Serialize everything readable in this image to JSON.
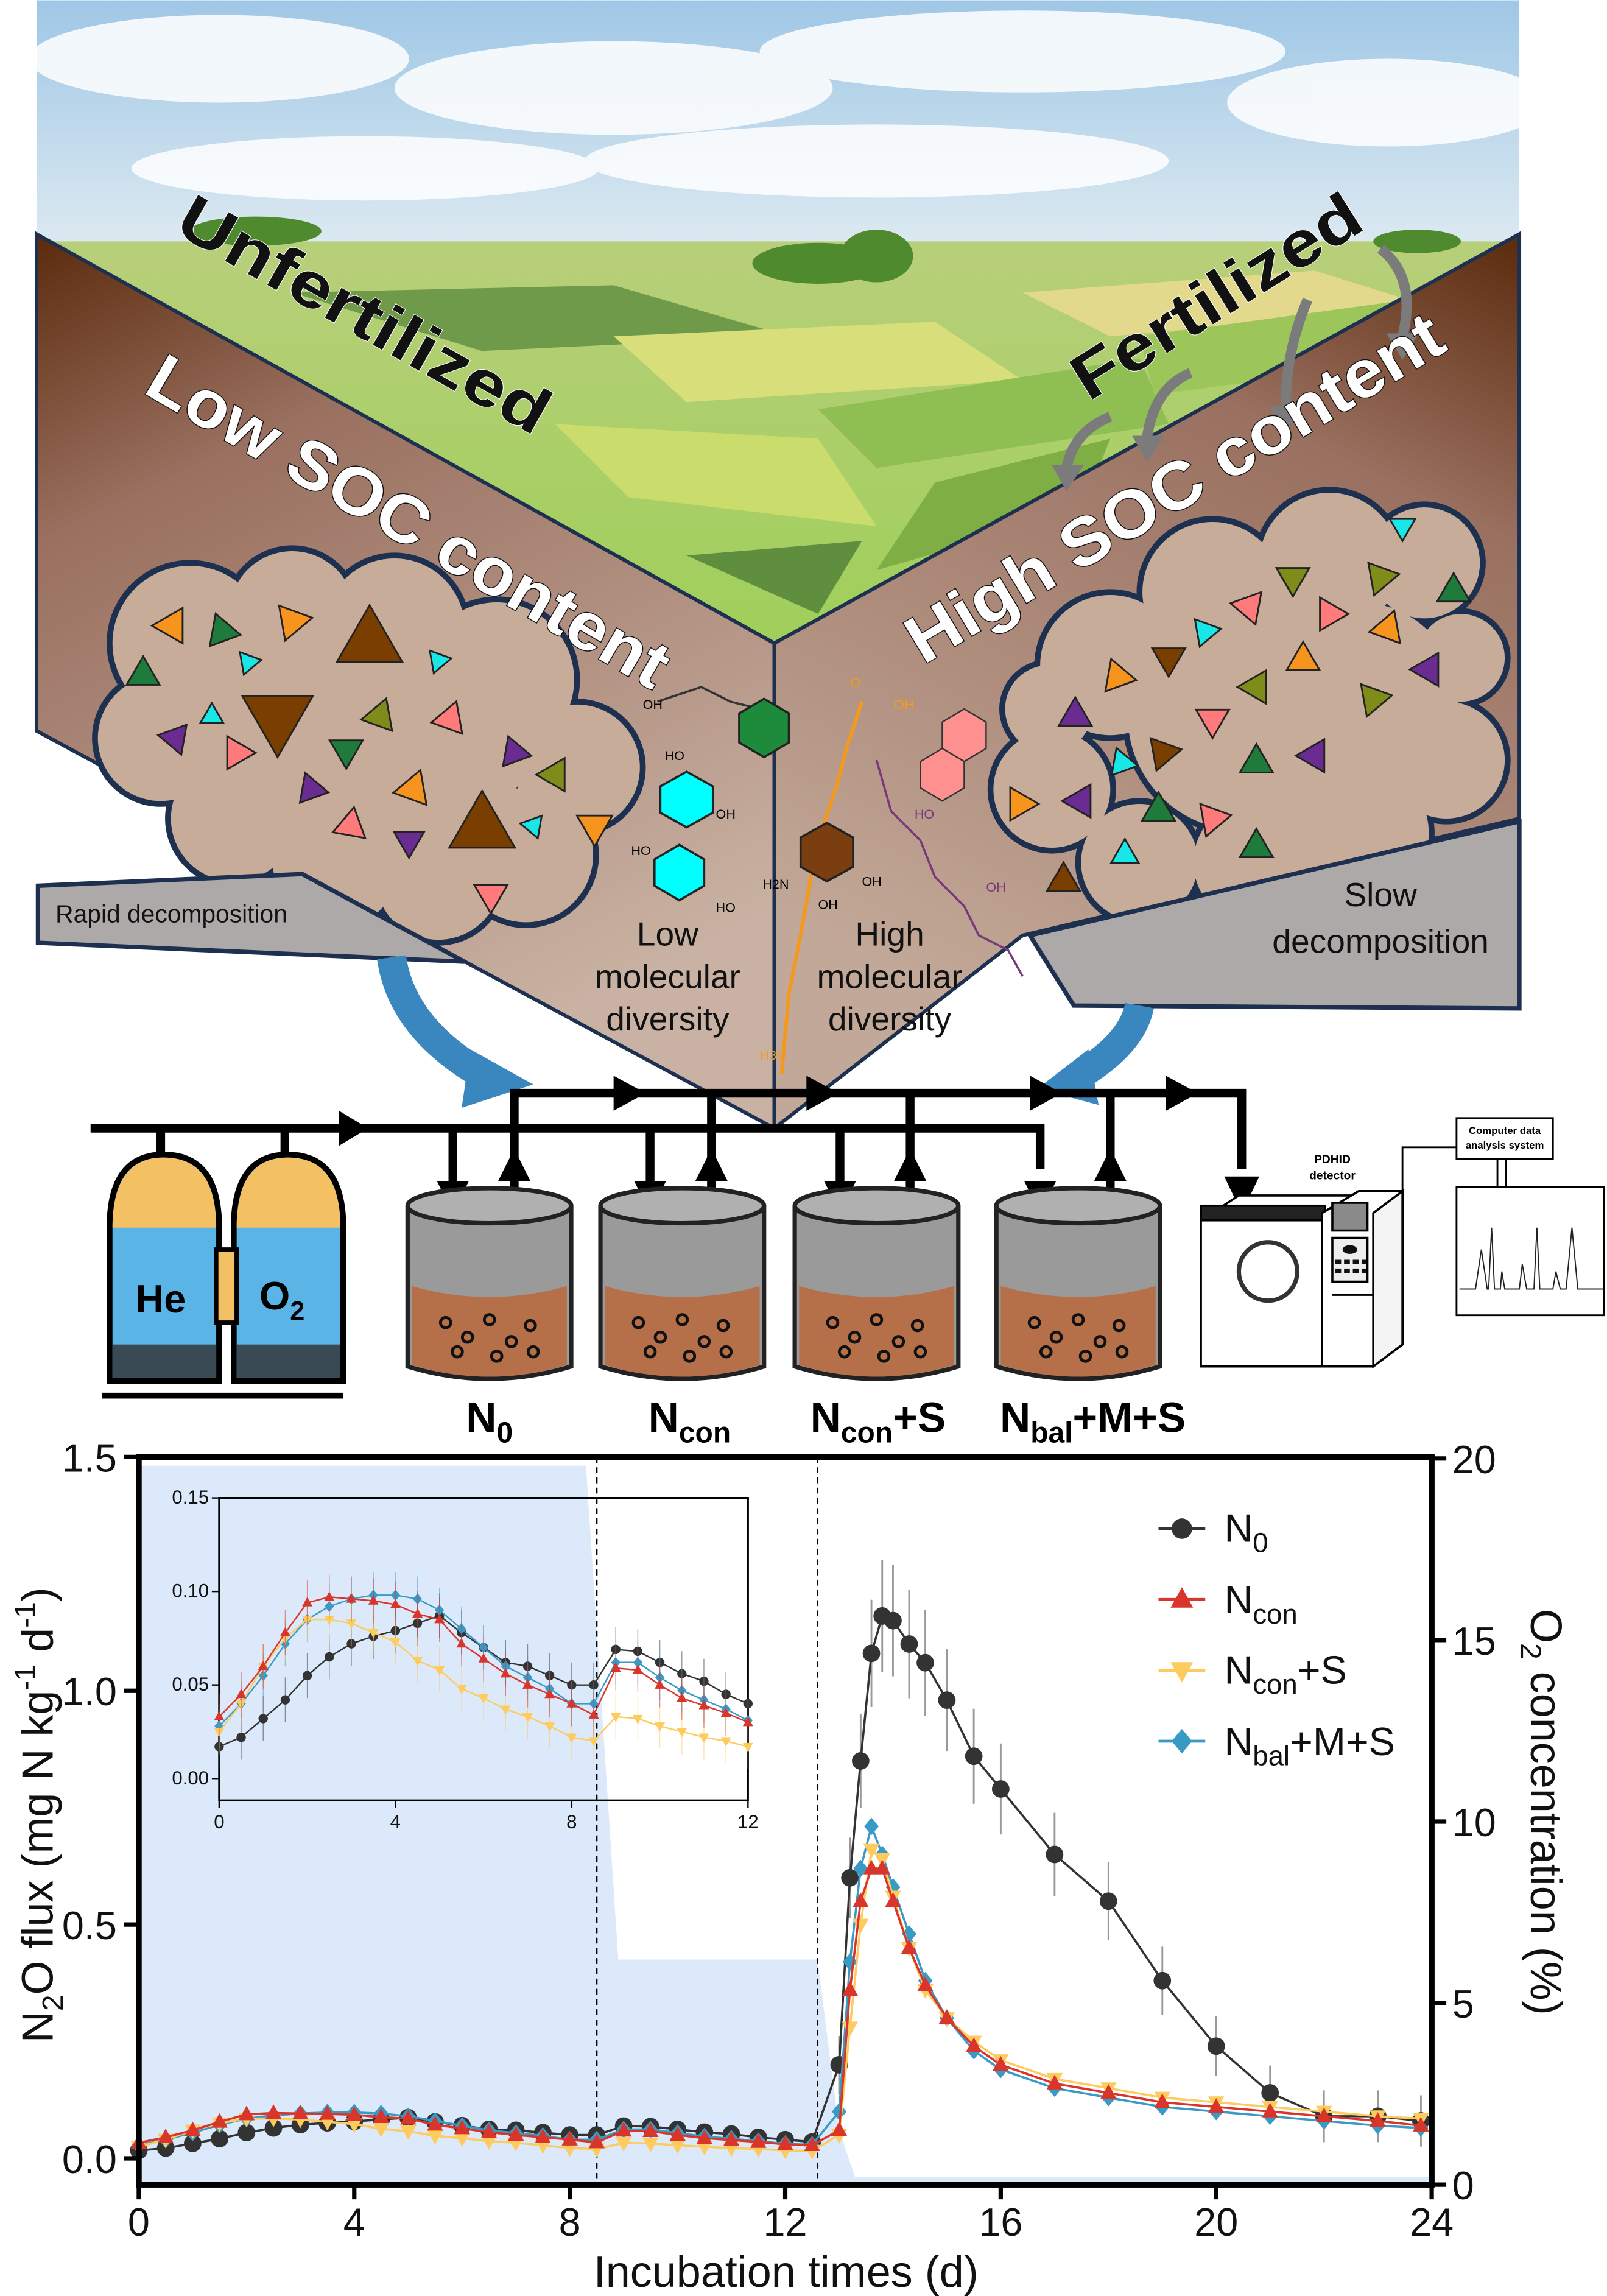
{
  "illustration": {
    "left_title": "Unfertilized",
    "right_title": "Fertilized",
    "left_soc": "Low SOC content",
    "right_soc": "High SOC content",
    "left_process": "Rapid decomposition",
    "right_process": [
      "Slow",
      "decomposition"
    ],
    "left_diversity": [
      "Low",
      "molecular",
      "diversity"
    ],
    "right_diversity": [
      "High",
      "molecular",
      "diversity"
    ],
    "molecule_labels": [
      "OH",
      "HO",
      "HO",
      "OH",
      "HO",
      "H2N",
      "OH",
      "OH",
      "O",
      "OH",
      "HO",
      "OH",
      "H3C"
    ]
  },
  "setup": {
    "gases": [
      {
        "main": "He",
        "sub": ""
      },
      {
        "main": "O",
        "sub": "2"
      }
    ],
    "treatments": [
      {
        "main": "N",
        "sub": "0",
        "rest": ""
      },
      {
        "main": "N",
        "sub": "con",
        "rest": ""
      },
      {
        "main": "N",
        "sub": "con",
        "rest": "+S"
      },
      {
        "main": "N",
        "sub": "bal",
        "rest": "+M+S"
      }
    ],
    "detector": [
      "PDHID",
      "detector"
    ],
    "computer": [
      "Computer data",
      "analysis system"
    ]
  },
  "chart_data": {
    "type": "line",
    "xlabel": "Incubation times (d)",
    "ylabel": {
      "a": "N",
      "a_sub": "2",
      "b": "O flux (mg N kg",
      "b_sup": "-1",
      "c": " d",
      "c_sup": "-1",
      "d": ")"
    },
    "y2label": {
      "a": "O",
      "a_sub": "2",
      "b": " concentration (%)"
    },
    "xlim": [
      0,
      24
    ],
    "ylim": [
      0,
      1.5
    ],
    "y2lim": [
      0,
      20
    ],
    "x_ticks": [
      "0",
      "4",
      "8",
      "12",
      "16",
      "20",
      "24"
    ],
    "y_ticks": [
      "0.0",
      "0.5",
      "1.0",
      "1.5"
    ],
    "y2_ticks": [
      "0",
      "5",
      "10",
      "15",
      "20"
    ],
    "vlines": [
      8.5,
      12.6
    ],
    "grid": false,
    "legend_position": "top-right",
    "o2_profile": {
      "x": [
        0,
        8.3,
        8.9,
        12.6,
        13.0,
        13.3,
        24
      ],
      "y": [
        19.8,
        19.8,
        6.2,
        6.2,
        1.5,
        0.2,
        0.2
      ],
      "color": "#dce9fb"
    },
    "x": [
      0,
      0.5,
      1,
      1.5,
      2,
      2.5,
      3,
      3.5,
      4,
      4.5,
      5,
      5.5,
      6,
      6.5,
      7,
      7.5,
      8,
      8.5,
      9,
      9.5,
      10,
      10.5,
      11,
      11.5,
      12,
      12.5,
      13,
      13.2,
      13.4,
      13.6,
      13.8,
      14,
      14.3,
      14.6,
      15,
      15.5,
      16,
      17,
      18,
      19,
      20,
      21,
      22,
      23,
      23.8
    ],
    "series": [
      {
        "name_main": "N",
        "name_sub": "0",
        "name_rest": "",
        "marker": "circle",
        "color": "#333333",
        "values": [
          0.017,
          0.022,
          0.032,
          0.042,
          0.055,
          0.065,
          0.072,
          0.076,
          0.079,
          0.083,
          0.087,
          0.078,
          0.07,
          0.062,
          0.06,
          0.055,
          0.05,
          0.05,
          0.069,
          0.068,
          0.062,
          0.056,
          0.052,
          0.045,
          0.04,
          0.035,
          0.2,
          0.6,
          0.85,
          1.08,
          1.16,
          1.15,
          1.1,
          1.06,
          0.98,
          0.86,
          0.79,
          0.65,
          0.55,
          0.38,
          0.24,
          0.14,
          0.09,
          0.09,
          0.08
        ]
      },
      {
        "name_main": "N",
        "name_sub": "con",
        "name_rest": "",
        "marker": "triangle-up",
        "color": "#d9352a",
        "values": [
          0.033,
          0.045,
          0.06,
          0.078,
          0.094,
          0.097,
          0.096,
          0.095,
          0.093,
          0.088,
          0.085,
          0.072,
          0.064,
          0.056,
          0.05,
          0.045,
          0.04,
          0.034,
          0.059,
          0.058,
          0.05,
          0.043,
          0.039,
          0.035,
          0.03,
          0.028,
          0.06,
          0.36,
          0.55,
          0.62,
          0.62,
          0.55,
          0.45,
          0.37,
          0.3,
          0.24,
          0.2,
          0.16,
          0.14,
          0.12,
          0.11,
          0.1,
          0.09,
          0.08,
          0.07
        ]
      },
      {
        "name_main": "N",
        "name_sub": "con",
        "name_rest": "+S",
        "marker": "triangle-down",
        "color": "#fdcb5e",
        "values": [
          0.025,
          0.04,
          0.06,
          0.075,
          0.085,
          0.085,
          0.083,
          0.078,
          0.073,
          0.063,
          0.058,
          0.048,
          0.043,
          0.037,
          0.033,
          0.028,
          0.022,
          0.02,
          0.033,
          0.032,
          0.028,
          0.025,
          0.022,
          0.02,
          0.017,
          0.016,
          0.05,
          0.28,
          0.5,
          0.66,
          0.64,
          0.56,
          0.45,
          0.36,
          0.3,
          0.25,
          0.21,
          0.17,
          0.15,
          0.13,
          0.12,
          0.11,
          0.1,
          0.09,
          0.085
        ]
      },
      {
        "name_main": "N",
        "name_sub": "bal",
        "name_rest": "+M+S",
        "marker": "diamond",
        "color": "#3a9ac6",
        "values": [
          0.028,
          0.04,
          0.055,
          0.072,
          0.085,
          0.092,
          0.096,
          0.098,
          0.098,
          0.096,
          0.09,
          0.08,
          0.07,
          0.06,
          0.054,
          0.048,
          0.04,
          0.04,
          0.062,
          0.062,
          0.054,
          0.047,
          0.042,
          0.037,
          0.031,
          0.029,
          0.1,
          0.42,
          0.62,
          0.71,
          0.65,
          0.58,
          0.48,
          0.38,
          0.3,
          0.23,
          0.19,
          0.15,
          0.13,
          0.11,
          0.1,
          0.09,
          0.08,
          0.07,
          0.065
        ]
      }
    ],
    "inset": {
      "xlim": [
        0,
        12
      ],
      "ylim": [
        -0.01,
        0.15
      ],
      "x_ticks": [
        "0",
        "4",
        "8",
        "12"
      ],
      "y_ticks": [
        "0.00",
        "0.05",
        "0.10",
        "0.15"
      ]
    }
  }
}
